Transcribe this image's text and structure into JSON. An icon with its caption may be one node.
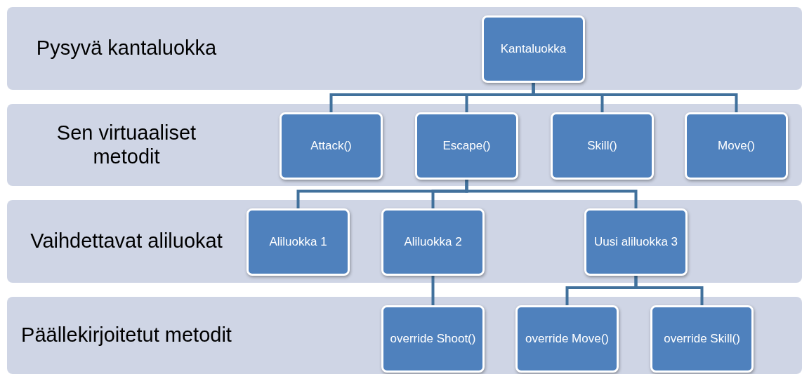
{
  "diagram": {
    "nodes": [
      {
        "text": [
          "Pysyvä kantaluokka"
        ]
      },
      {
        "text": [
          "Kantaluokka"
        ],
        "in": 0
      },
      {
        "text": [
          "Sen virtuaaliset metodit"
        ]
      },
      {
        "text": [
          "Attack()"
        ],
        "in": 2
      },
      {
        "text": [
          "Escape()"
        ],
        "in": 2
      },
      {
        "text": [
          "Skill()"
        ],
        "in": 2
      },
      {
        "text": [
          "Move()"
        ],
        "in": 2
      },
      {
        "text": [
          "Vaihdettavat aliluokat"
        ]
      },
      {
        "text": [
          "Aliluokka 1"
        ],
        "in": 7
      },
      {
        "text": [
          "Aliluokka 2"
        ],
        "in": 7
      },
      {
        "text": [
          "Uusi aliluokka 3"
        ],
        "in": 7
      },
      {
        "text": [
          "Päällekirjoitetut metodit"
        ]
      },
      {
        "text": [
          "override Shoot()"
        ],
        "in": 11
      },
      {
        "text": [
          "override Move()"
        ],
        "in": 11
      },
      {
        "text": [
          "override Skill()"
        ],
        "in": 11
      }
    ],
    "edges": [
      {
        "from": 1,
        "to": 3,
        "arrow": "none"
      },
      {
        "from": 1,
        "to": 4,
        "arrow": "none"
      },
      {
        "from": 1,
        "to": 5,
        "arrow": "none"
      },
      {
        "from": 1,
        "to": 6,
        "arrow": "none"
      },
      {
        "from": 4,
        "to": 8,
        "arrow": "none"
      },
      {
        "from": 4,
        "to": 9,
        "arrow": "none"
      },
      {
        "from": 4,
        "to": 10,
        "arrow": "none"
      },
      {
        "from": 9,
        "to": 12,
        "arrow": "none"
      },
      {
        "from": 10,
        "to": 13,
        "arrow": "none"
      },
      {
        "from": 10,
        "to": 14,
        "arrow": "none"
      }
    ]
  }
}
